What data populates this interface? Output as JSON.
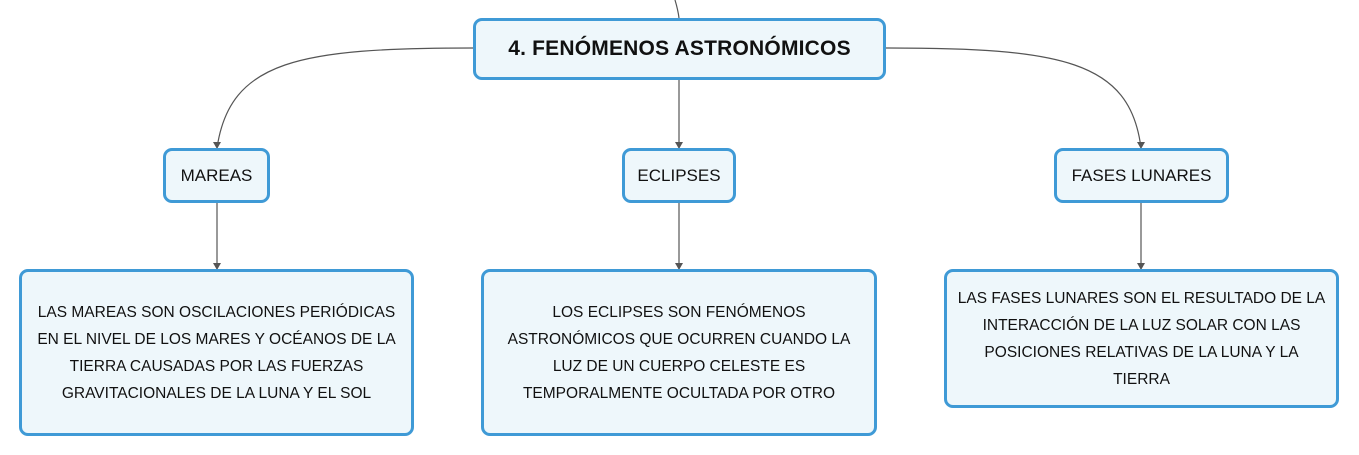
{
  "colors": {
    "node_border": "#3f9ad6",
    "node_fill": "#eef7fb",
    "connector": "#555555"
  },
  "root": {
    "label": "4. FENÓMENOS ASTRONÓMICOS"
  },
  "topics": [
    {
      "label": "MAREAS",
      "detail": "LAS MAREAS SON OSCILACIONES PERIÓDICAS EN EL NIVEL DE LOS MARES Y OCÉANOS DE LA TIERRA CAUSADAS POR LAS FUERZAS GRAVITACIONALES DE LA LUNA Y EL SOL"
    },
    {
      "label": "ECLIPSES",
      "detail": "LOS ECLIPSES SON FENÓMENOS ASTRONÓMICOS QUE OCURREN CUANDO LA LUZ DE UN CUERPO CELESTE ES TEMPORALMENTE OCULTADA POR OTRO"
    },
    {
      "label": "FASES LUNARES",
      "detail": "LAS FASES LUNARES SON EL RESULTADO DE LA INTERACCIÓN DE LA LUZ SOLAR CON LAS POSICIONES RELATIVAS DE LA LUNA Y LA TIERRA"
    }
  ]
}
